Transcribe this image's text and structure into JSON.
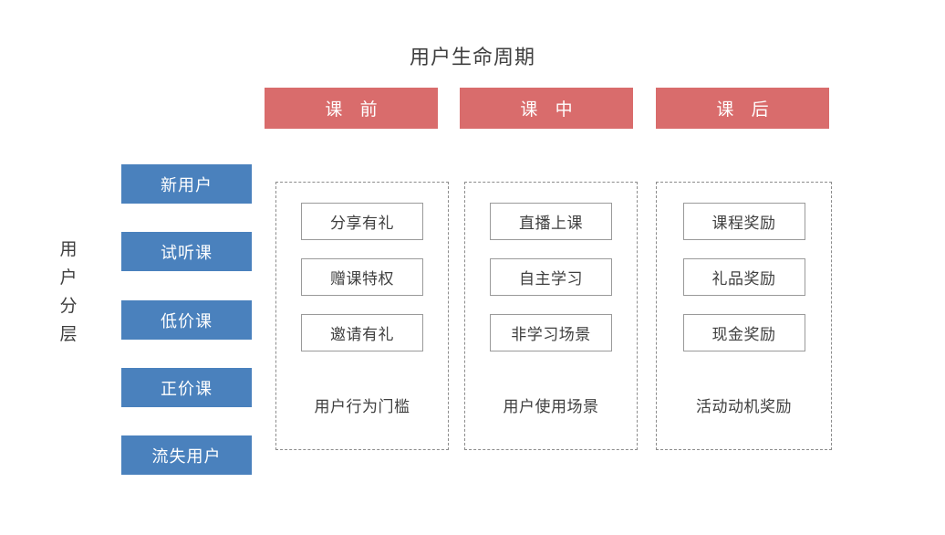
{
  "title": "用户生命周期",
  "segment_axis": {
    "label": "用户分层",
    "chars": [
      "用",
      "户",
      "分",
      "层"
    ]
  },
  "colors": {
    "phase_bar": "#d96c6c",
    "segment_bar": "#4a81bd",
    "text": "#3f3f3f",
    "box_border": "#9a9a9a",
    "dashed_border": "#8c8c8c",
    "background": "#ffffff"
  },
  "phases": [
    {
      "label": "课 前"
    },
    {
      "label": "课 中"
    },
    {
      "label": "课 后"
    }
  ],
  "segments": [
    {
      "label": "新用户"
    },
    {
      "label": "试听课"
    },
    {
      "label": "低价课"
    },
    {
      "label": "正价课"
    },
    {
      "label": "流失用户"
    }
  ],
  "columns": [
    {
      "phase": "课 前",
      "items": [
        "分享有礼",
        "赠课特权",
        "邀请有礼"
      ],
      "caption": "用户行为门槛"
    },
    {
      "phase": "课 中",
      "items": [
        "直播上课",
        "自主学习",
        "非学习场景"
      ],
      "caption": "用户使用场景"
    },
    {
      "phase": "课 后",
      "items": [
        "课程奖励",
        "礼品奖励",
        "现金奖励"
      ],
      "caption": "活动动机奖励"
    }
  ]
}
